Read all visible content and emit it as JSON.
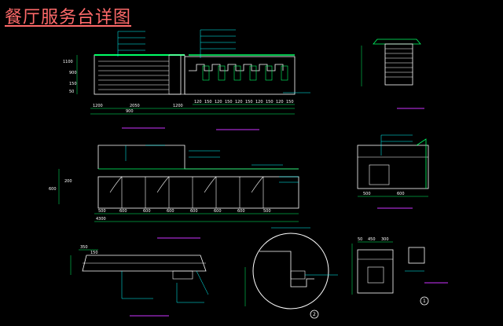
{
  "title": "餐厅服务台详图",
  "colors": {
    "background": "#000000",
    "title": "#ff6a6a",
    "dimension": "#00ff66",
    "geometry": "#ffffff",
    "leader": "#00ffff",
    "underline": "#cc33ff",
    "accent": "#ffff00"
  },
  "front_elevation": {
    "dims_bottom": [
      "1200",
      "2050",
      "1200",
      "900"
    ],
    "dims_cols": [
      "120",
      "150",
      "120",
      "150",
      "120",
      "150",
      "120",
      "150",
      "120",
      "150"
    ],
    "dims_left": [
      "50",
      "150",
      "900",
      "1100"
    ]
  },
  "plan_view": {
    "dims_bottom": [
      "500",
      "600",
      "600",
      "600",
      "600",
      "600",
      "600",
      "500"
    ],
    "total": "4300",
    "dims_left": [
      "600",
      "200"
    ]
  },
  "side_section": {
    "dims_bottom": [
      "500",
      "600"
    ]
  },
  "detail_left": {
    "dims_top": [
      "350",
      "150"
    ]
  },
  "detail_right": {
    "dims_top": [
      "50",
      "450",
      "300"
    ]
  },
  "circle_markers": [
    "1",
    "2"
  ]
}
